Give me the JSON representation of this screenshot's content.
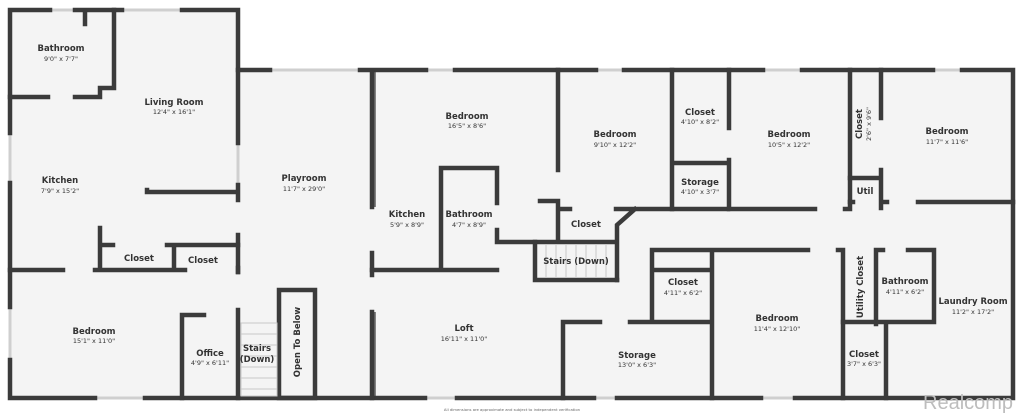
{
  "rooms": {
    "bathroom1": {
      "name": "Bathroom",
      "dims": "9'0\" x 7'7\""
    },
    "living_room": {
      "name": "Living Room",
      "dims": "12'4\" x 16'1\""
    },
    "kitchen1": {
      "name": "Kitchen",
      "dims": "7'9\" x 15'2\""
    },
    "closet1": {
      "name": "Closet"
    },
    "closet2": {
      "name": "Closet"
    },
    "bedroom1": {
      "name": "Bedroom",
      "dims": "15'1\" x 11'0\""
    },
    "office": {
      "name": "Office",
      "dims": "4'9\" x 6'11\""
    },
    "stairs1": {
      "name": "Stairs",
      "name2": "(Down)"
    },
    "open_to_below": {
      "name": "Open To Below"
    },
    "playroom": {
      "name": "Playroom",
      "dims": "11'7\" x 29'0\""
    },
    "bedroom2": {
      "name": "Bedroom",
      "dims": "16'5\" x 8'6\""
    },
    "kitchen2": {
      "name": "Kitchen",
      "dims": "5'9\" x 8'9\""
    },
    "bathroom2": {
      "name": "Bathroom",
      "dims": "4'7\" x 8'9\""
    },
    "loft": {
      "name": "Loft",
      "dims": "16'11\" x 11'0\""
    },
    "bedroom3": {
      "name": "Bedroom",
      "dims": "9'10\" x 12'2\""
    },
    "closet3": {
      "name": "Closet"
    },
    "stairs2": {
      "name": "Stairs (Down)"
    },
    "closet4": {
      "name": "Closet",
      "dims": "4'10\" x 8'2\""
    },
    "storage1": {
      "name": "Storage",
      "dims": "4'10\" x 3'7\""
    },
    "bedroom4": {
      "name": "Bedroom",
      "dims": "10'5\" x 12'2\""
    },
    "closet5": {
      "name": "Closet",
      "dims": "2'6\" x 9'6\""
    },
    "util": {
      "name": "Util"
    },
    "bedroom5": {
      "name": "Bedroom",
      "dims": "11'7\" x 11'6\""
    },
    "closet6": {
      "name": "Closet",
      "dims": "4'11\" x 6'2\""
    },
    "storage2": {
      "name": "Storage",
      "dims": "13'0\" x 6'3\""
    },
    "bedroom6": {
      "name": "Bedroom",
      "dims": "11'4\" x 12'10\""
    },
    "utility_closet": {
      "name": "Utility Closet"
    },
    "bathroom3": {
      "name": "Bathroom",
      "dims": "4'11\" x 6'2\""
    },
    "closet7": {
      "name": "Closet",
      "dims": "3'7\" x 6'3\""
    },
    "laundry": {
      "name": "Laundry Room",
      "dims": "11'2\" x 17'2\""
    }
  },
  "footer": {
    "disclaimer": "All dimensions are approximate and subject to independent verification"
  },
  "watermark": "Realcomp",
  "colors": {
    "wall": "#3b3b3b",
    "floor": "#f4f4f4"
  }
}
